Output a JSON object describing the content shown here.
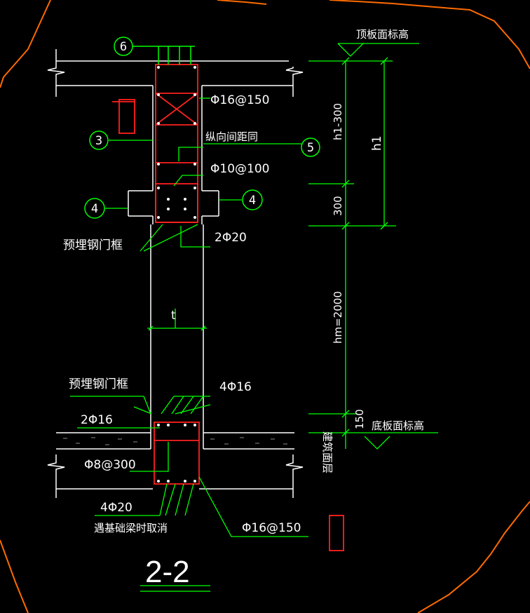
{
  "colors": {
    "background": "#000000",
    "concrete": "#ffffff",
    "rebar": "#ff2020",
    "annotation": "#00ff00",
    "boundary": "#ff6a00",
    "hatch": "#8a8a8a"
  },
  "callouts": [
    {
      "id": "6",
      "label": "6"
    },
    {
      "id": "3",
      "label": "3"
    },
    {
      "id": "5",
      "label": "5"
    },
    {
      "id": "4l",
      "label": "4"
    },
    {
      "id": "4r",
      "label": "4"
    }
  ],
  "texts": {
    "top_slab_elev": "顶板面标高",
    "rebar_top_stirrup": "Φ16@150",
    "longitudinal_spacing": "纵向间距同",
    "rebar_mid_stirrup": "Φ10@100",
    "rebar_beam_main": "2Φ20",
    "embedded_frame_top": "预埋钢门框",
    "wall_thickness": "t",
    "embedded_frame_bottom": "预埋钢门框",
    "rebar_bottom_top": "4Φ16",
    "rebar_bottom_side": "2Φ16",
    "rebar_bottom_stirrup": "Φ8@300",
    "rebar_bottom_main": "4Φ20",
    "foundation_note": "遇基础梁时取消",
    "rebar_bottom_right": "Φ16@150",
    "bottom_slab_elev": "底板面标高",
    "fill_layer": "建筑面层",
    "section_title": "2-2"
  },
  "dimensions": {
    "h1_minus_300": "h1-300",
    "h1": "h1",
    "d300": "300",
    "hm": "hm=2000",
    "d150": "150"
  }
}
